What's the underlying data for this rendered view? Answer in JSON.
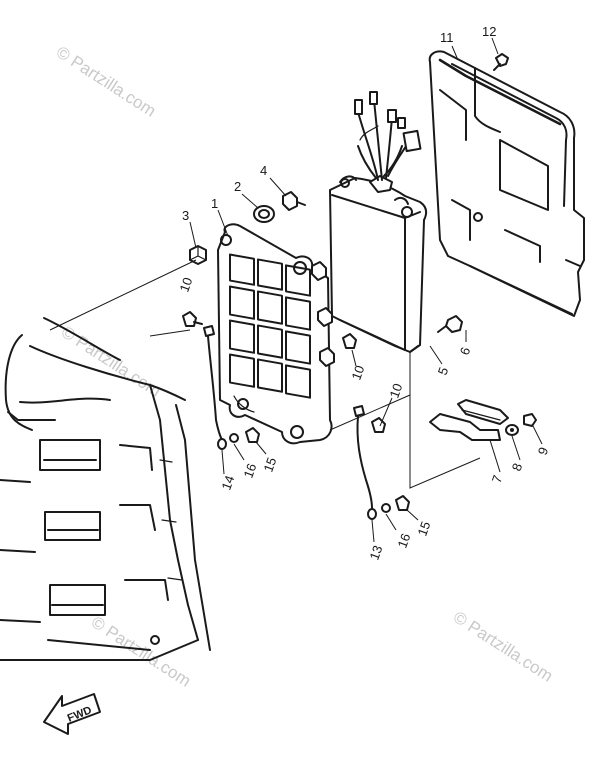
{
  "callouts": {
    "c1": "1",
    "c2": "2",
    "c3": "3",
    "c4": "4",
    "c5": "5",
    "c6": "6",
    "c7": "7",
    "c8": "8",
    "c9": "9",
    "c10a": "10",
    "c10b": "10",
    "c10c": "10",
    "c11": "11",
    "c12": "12",
    "c13": "13",
    "c14": "14",
    "c15a": "15",
    "c15b": "15",
    "c16a": "16",
    "c16b": "16"
  },
  "fwd_label": "FWD",
  "watermark": {
    "text": "© Partzilla.com",
    "color": "#c9c9c9"
  },
  "colors": {
    "line": "#1a1a1a",
    "background": "#ffffff"
  }
}
